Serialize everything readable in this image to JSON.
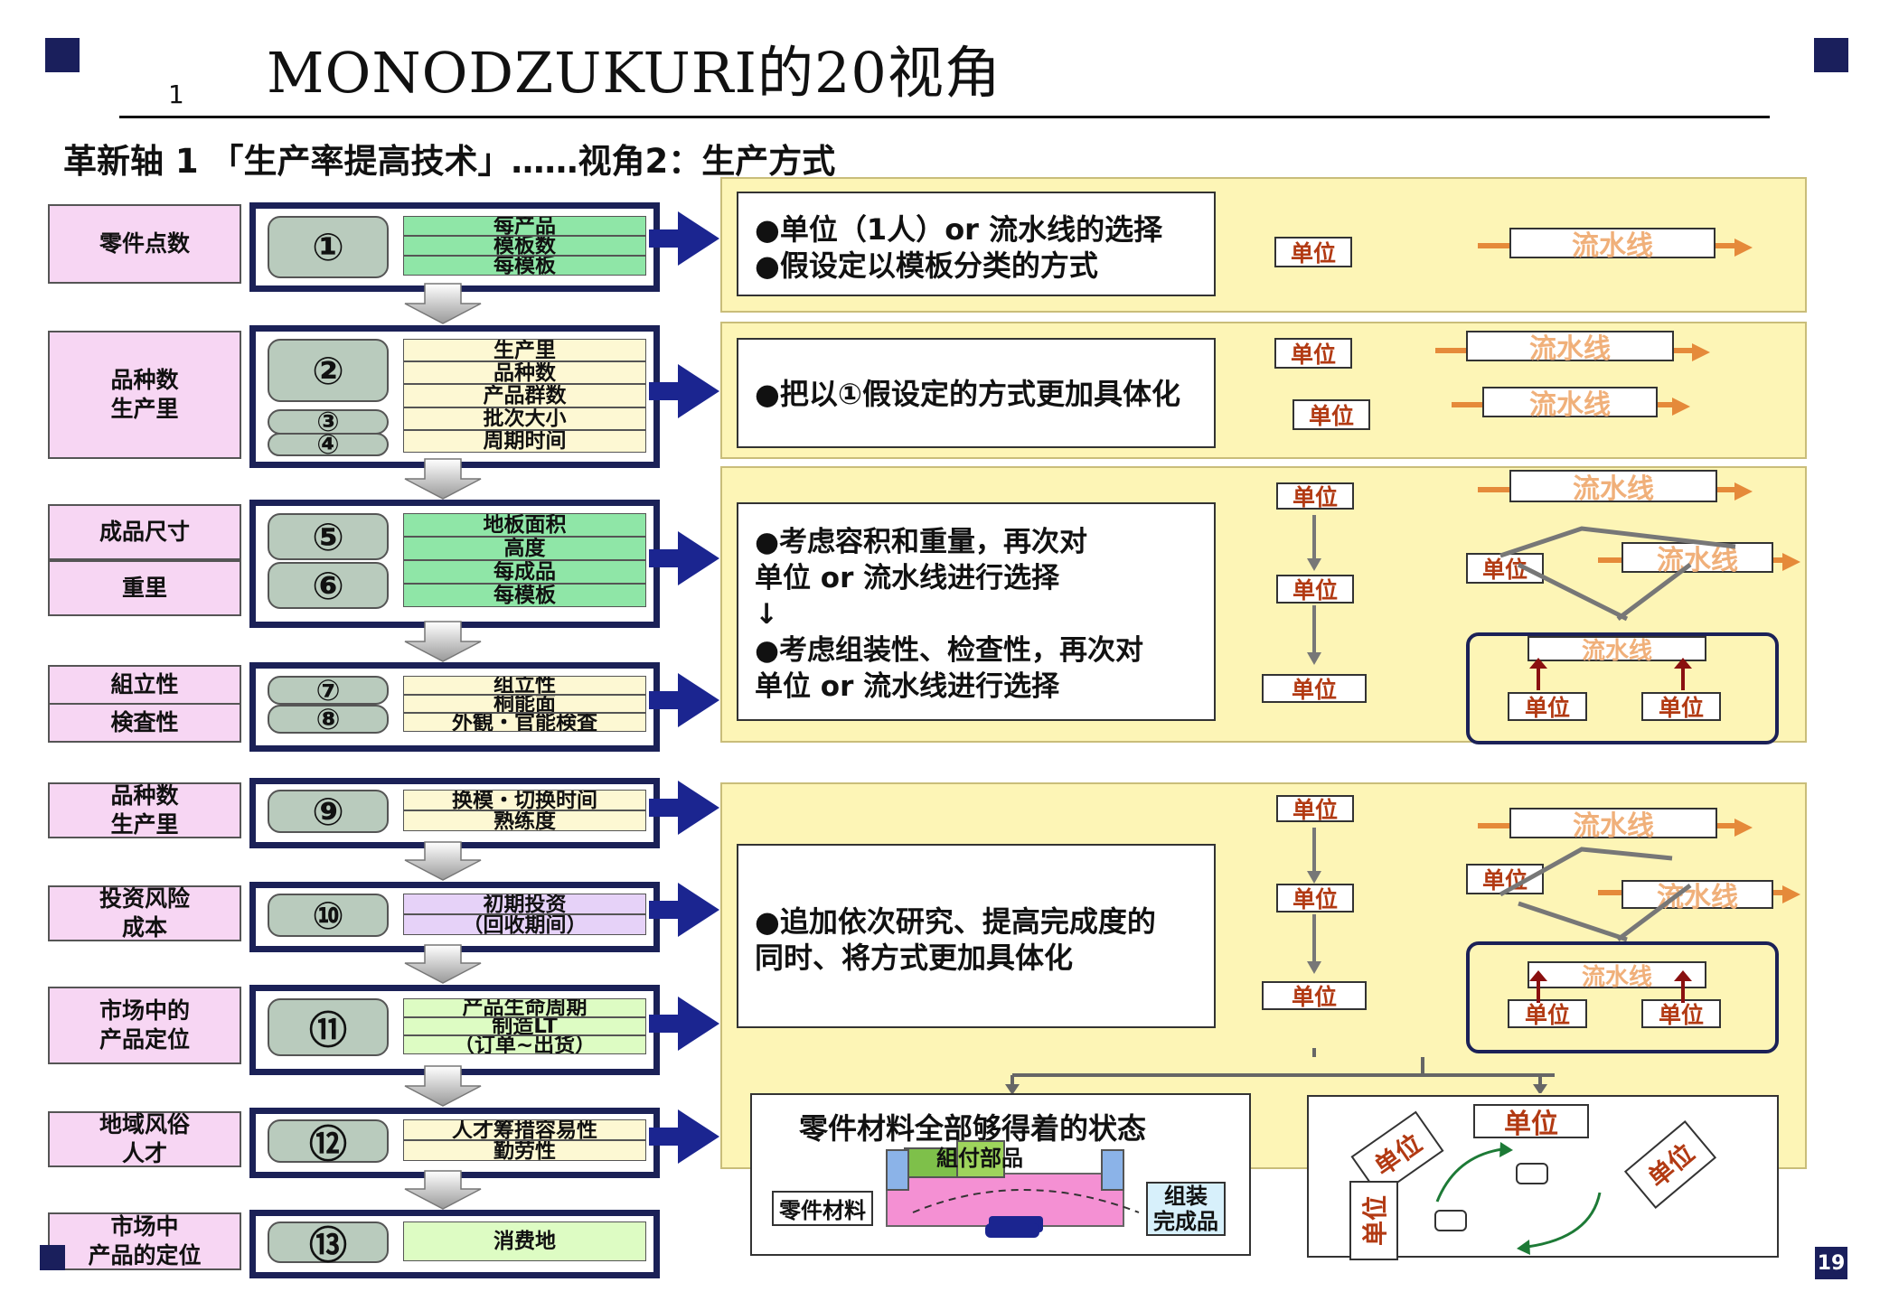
{
  "header": {
    "title": "MONODZUKURI的20视角",
    "page_top": "1",
    "subtitle": "革新轴 1 「生产率提高技术」……视角2：生产方式"
  },
  "left_labels": [
    "零件点数",
    "品种数\n生产里",
    "成品尺寸",
    "重里",
    "組立性",
    "検査性",
    "品种数\n生产里",
    "投资风险\n成本",
    "市场中的\n产品定位",
    "地域风俗\n人才",
    "市场中\n产品的定位"
  ],
  "boxes": [
    {
      "nums": [
        "①"
      ],
      "rows": [
        "每产品",
        "模板数",
        "每模板"
      ]
    },
    {
      "nums": [
        "②",
        "③",
        "④"
      ],
      "rows": [
        "生产里",
        "品种数",
        "产品群数",
        "批次大小",
        "周期时间"
      ]
    },
    {
      "nums": [
        "⑤",
        "⑥"
      ],
      "rows": [
        "地板面积",
        "高度",
        "每成品",
        "每模板"
      ]
    },
    {
      "nums": [
        "⑦",
        "⑧"
      ],
      "rows": [
        "组立性",
        "桐能面",
        "外観・官能検査"
      ]
    },
    {
      "nums": [
        "⑨"
      ],
      "rows": [
        "换模・切换时间",
        "熟练度"
      ]
    },
    {
      "nums": [
        "⑩"
      ],
      "rows": [
        "初期投资",
        "（回收期间）"
      ]
    },
    {
      "nums": [
        "⑪"
      ],
      "rows": [
        "产品生命周期",
        "制造LT",
        "（订单~出货）"
      ]
    },
    {
      "nums": [
        "⑫"
      ],
      "rows": [
        "人才筹措容易性",
        "勤劳性"
      ]
    },
    {
      "nums": [
        "⑬"
      ],
      "rows": [
        "消费地"
      ]
    }
  ],
  "panels": {
    "p1_text": "●单位（1人）or  流水线的选择\n●假设定以模板分类的方式",
    "p2_text": "●把以①假设定的方式更加具体化",
    "p3_text": "●考虑容积和重量，再次对\n  单位   or   流水线进行选择\n               ↓\n●考虑组装性、检查性，再次对\n   单位   or   流水线进行选择",
    "p4_text": "●追加依次研究、提高完成度的\n  同时、将方式更加具体化"
  },
  "diagram": {
    "unit": "单位",
    "line": "流水线",
    "parts_state": "零件材料全部够得着的状态",
    "subassembly": "組付部品",
    "parts_material": "零件材料",
    "finished": "组装\n完成品"
  },
  "page_number": "19"
}
